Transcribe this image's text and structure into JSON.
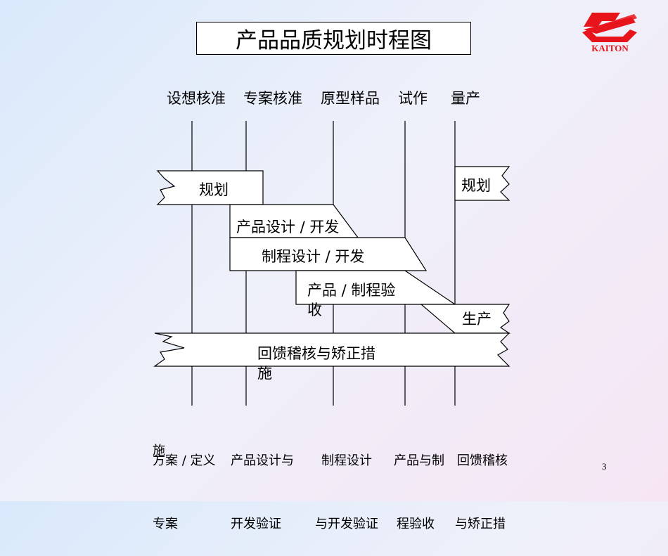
{
  "title": "产品品质规划时程图",
  "logo_text": "KAITON",
  "colors": {
    "logo": "#e8141c",
    "line": "#000000",
    "box_fill": "#ffffff"
  },
  "phases": [
    "设想核准",
    "专案核准",
    "原型样品",
    "试作",
    "量产"
  ],
  "boxes": {
    "plan_left": "规划",
    "product_design": "产品设计 / 开发",
    "process_design": "制程设计 / 开发",
    "acceptance_line1": "产品 / 制程验",
    "acceptance_line2": "收",
    "plan_right": "规划",
    "production": "生产",
    "feedback_line1": "回馈稽核与矫正措",
    "feedback_line2": "施"
  },
  "outputs": [
    {
      "line1": "方案 / 定义",
      "line2": "专案",
      "line3": "施"
    },
    {
      "line1": "产品设计与",
      "line2": "开发验证"
    },
    {
      "line1": "制程设计",
      "line2": "与开发验证"
    },
    {
      "line1": "产品与制",
      "line2": "程验收"
    },
    {
      "line1": "回馈稽核",
      "line2": "与矫正措"
    }
  ],
  "page_number": "3"
}
